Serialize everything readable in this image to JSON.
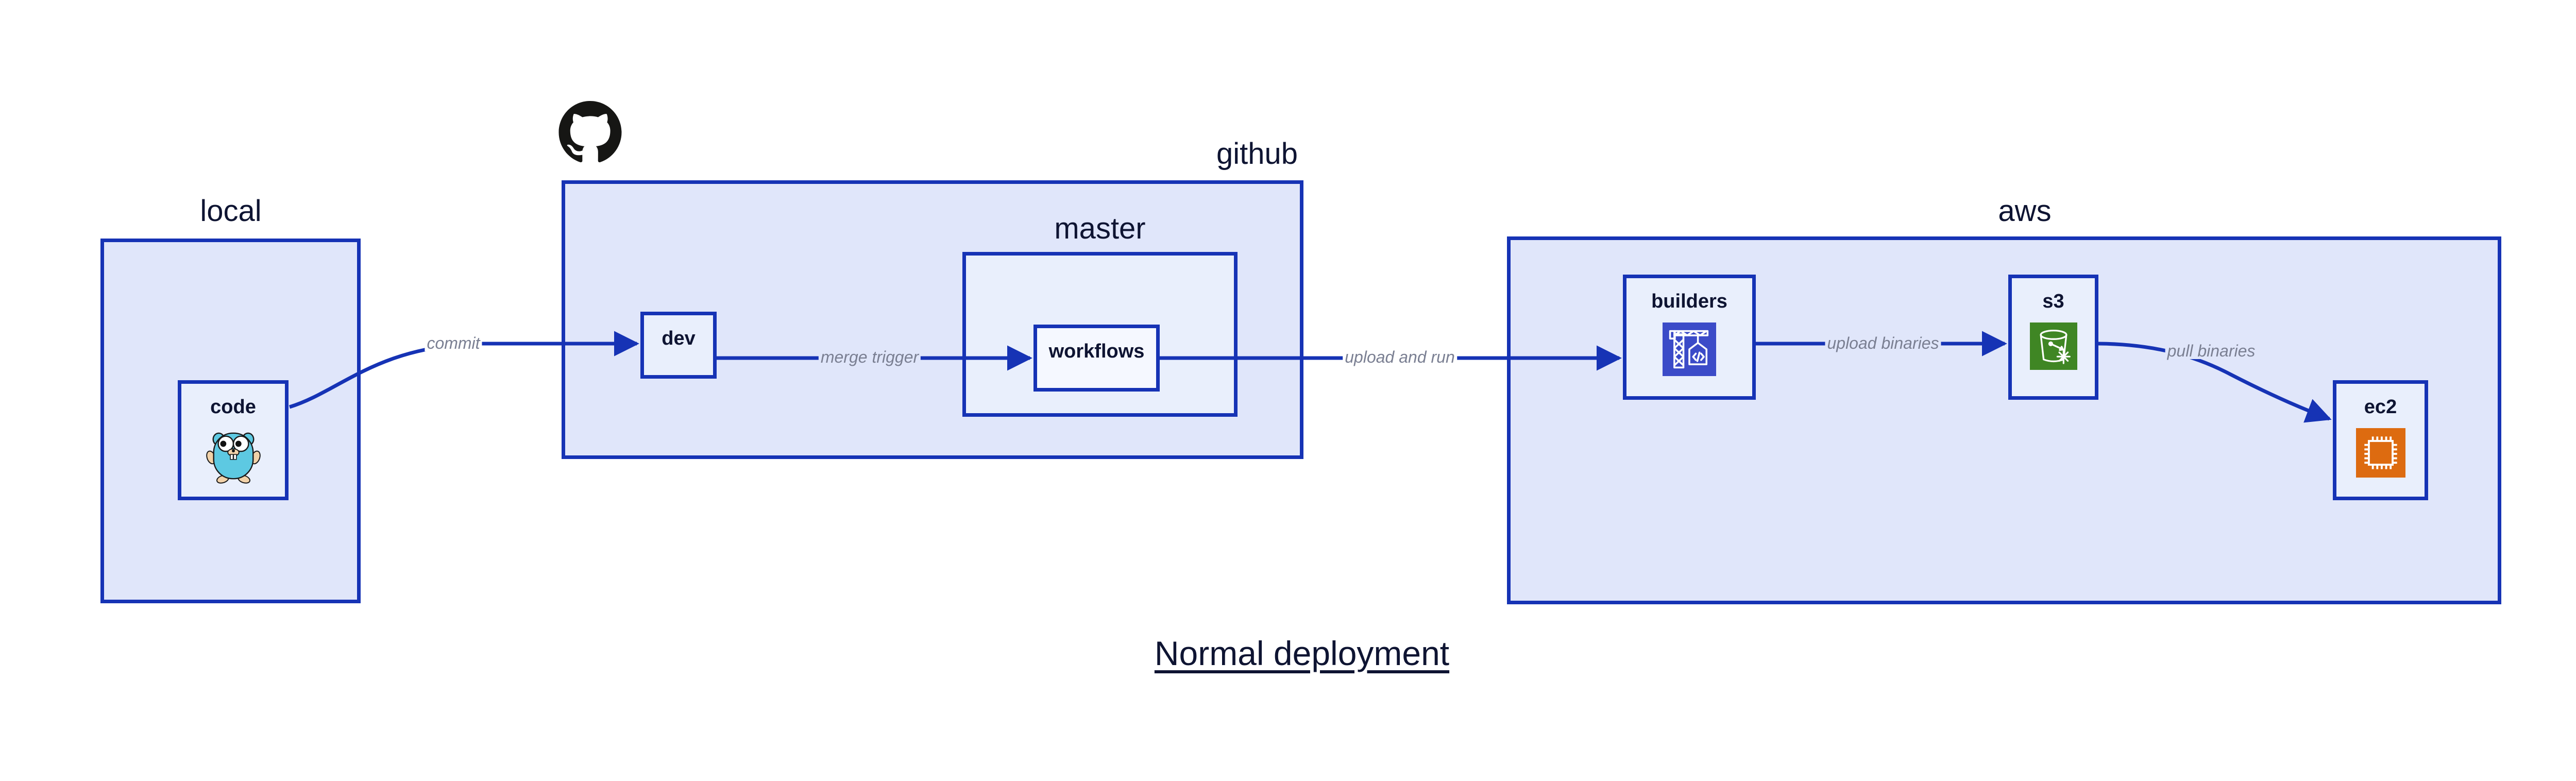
{
  "title": "Normal deployment",
  "colors": {
    "border": "#1633b5",
    "group_fill": "#e0e6fa",
    "node_fill": "#e9effc",
    "label_text": "#0e1432",
    "edge_label_text": "#7a7f92",
    "codebuild_icon": "#3b4bc8",
    "s3_icon": "#3f8624",
    "ec2_icon": "#dd6b10",
    "gopher_body": "#5dc9e2",
    "github_mark": "#161614",
    "page_background": "#ffffff"
  },
  "groups": [
    {
      "id": "local",
      "label": "local"
    },
    {
      "id": "github",
      "label": "github"
    },
    {
      "id": "master",
      "label": "master"
    },
    {
      "id": "aws",
      "label": "aws"
    }
  ],
  "nodes": [
    {
      "id": "code",
      "label": "code",
      "icon": "go-gopher-icon"
    },
    {
      "id": "dev",
      "label": "dev",
      "icon": null
    },
    {
      "id": "workflows",
      "label": "workflows",
      "icon": null
    },
    {
      "id": "builders",
      "label": "builders",
      "icon": "aws-codebuild-icon"
    },
    {
      "id": "s3",
      "label": "s3",
      "icon": "aws-s3-glacier-icon"
    },
    {
      "id": "ec2",
      "label": "ec2",
      "icon": "aws-ec2-icon"
    }
  ],
  "edges": [
    {
      "id": "commit",
      "label": "commit",
      "from": "code",
      "to": "dev"
    },
    {
      "id": "merge-trigger",
      "label": "merge trigger",
      "from": "dev",
      "to": "workflows"
    },
    {
      "id": "upload-and-run",
      "label": "upload and run",
      "from": "workflows",
      "to": "builders"
    },
    {
      "id": "upload-binaries",
      "label": "upload binaries",
      "from": "builders",
      "to": "s3"
    },
    {
      "id": "pull-binaries",
      "label": "pull binaries",
      "from": "s3",
      "to": "ec2"
    }
  ],
  "logos": [
    {
      "id": "github-octocat",
      "name": "github-logo"
    }
  ]
}
